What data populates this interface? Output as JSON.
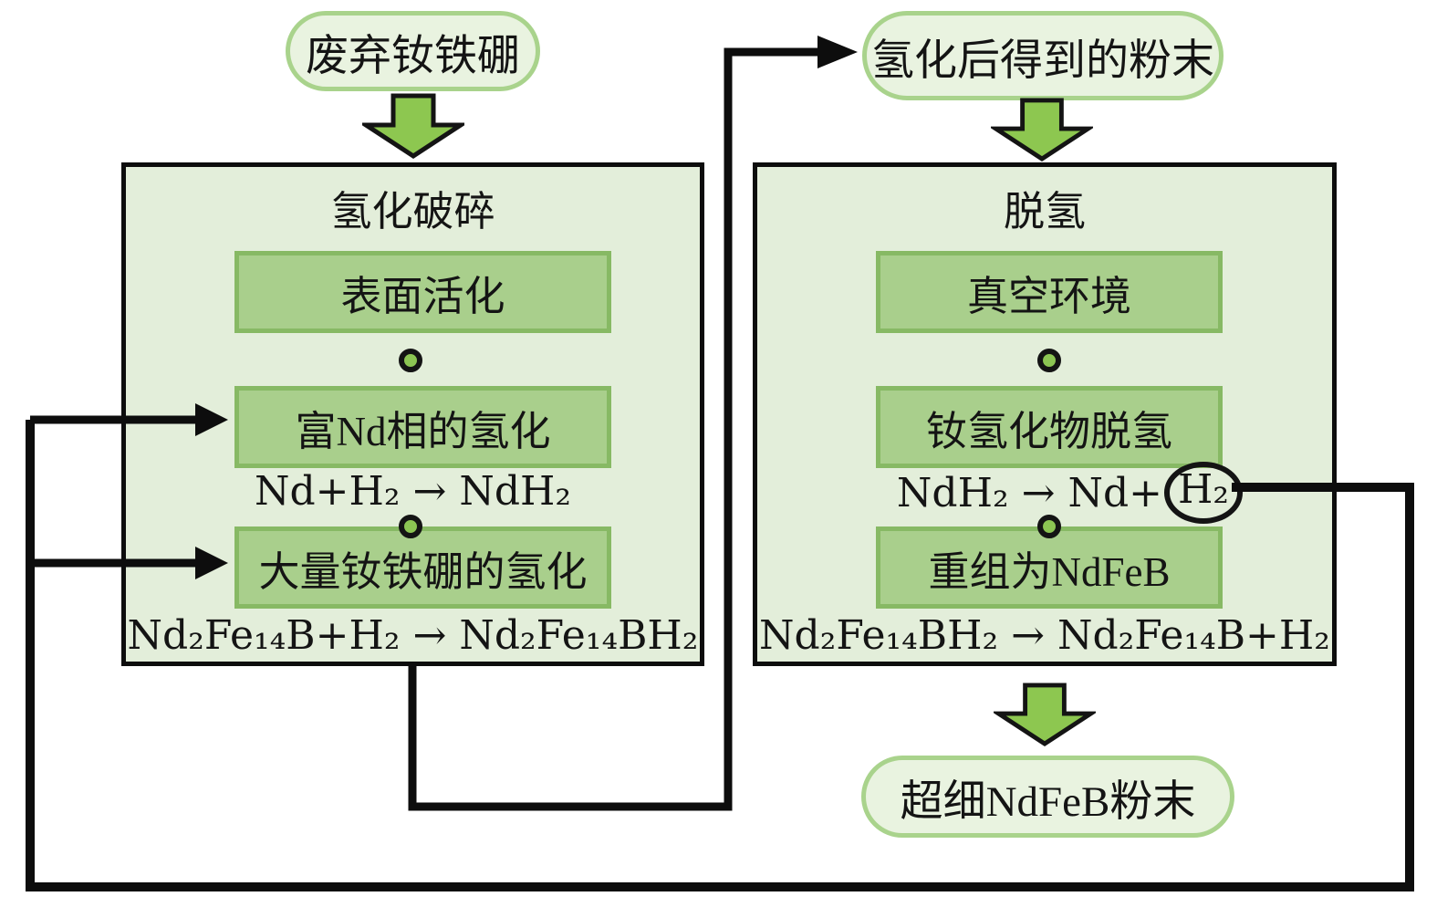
{
  "colors": {
    "panel_fill": "#e3eeda",
    "panel_border": "#0d0d0d",
    "step_fill": "#a9cf8c",
    "step_border": "#87b964",
    "pill_fill": "#e9f3e0",
    "pill_border": "#a9d38c",
    "arrow_fill": "#8dc750",
    "connector_fill": "#8cc553",
    "line": "#0d0d0d",
    "text": "#141414"
  },
  "nodes": {
    "waste_pill": "废弃钕铁硼",
    "hydrided_powder_pill": "氢化后得到的粉末",
    "final_powder_pill": "超细NdFeB粉末"
  },
  "left_panel": {
    "title": "氢化破碎",
    "steps": [
      "表面活化",
      "富Nd相的氢化",
      "大量钕铁硼的氢化"
    ],
    "reaction_nd": "Nd+H₂ → NdH₂",
    "reaction_bulk": "Nd₂Fe₁₄B+H₂ → Nd₂Fe₁₄BH₂"
  },
  "right_panel": {
    "title": "脱氢",
    "steps": [
      "真空环境",
      "钕氢化物脱氢",
      "重组为NdFeB"
    ],
    "reaction_dehydride_prefix": "NdH₂ → Nd+",
    "reaction_dehydride_circled": "H₂",
    "reaction_recombine": "Nd₂Fe₁₄BH₂ → Nd₂Fe₁₄B+H₂"
  }
}
